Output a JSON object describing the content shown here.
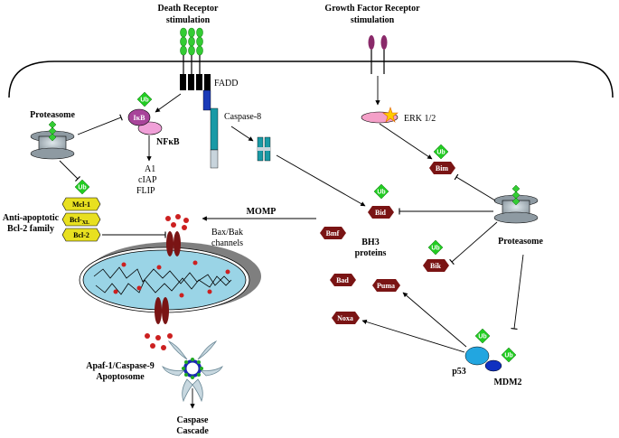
{
  "labels": {
    "death_receptor": [
      "Death Receptor",
      "stimulation"
    ],
    "growth_factor": [
      "Growth Factor Receptor",
      "stimulation"
    ],
    "fadd": "FADD",
    "proteasome_left": "Proteasome",
    "proteasome_right": "Proteasome",
    "ikb": "IκB",
    "nfkb": "NFκB",
    "nfkb_targets": [
      "A1",
      "cIAP",
      "FLIP"
    ],
    "caspase8": "Caspase-8",
    "erk": "ERK 1/2",
    "anti_apoptotic": [
      "Anti-apoptotic",
      "Bcl-2 family"
    ],
    "mcl1": "Mcl-1",
    "bclxl_main": "Bcl-",
    "bclxl_sub": "XL",
    "bcl2": "Bcl-2",
    "momp": "MOMP",
    "baxbak": [
      "Bax/Bak",
      "channels"
    ],
    "bh3": [
      "BH3",
      "proteins"
    ],
    "bim": "Bim",
    "bid": "Bid",
    "bik": "Bik",
    "bmf": "Bmf",
    "bad": "Bad",
    "puma": "Puma",
    "noxa": "Noxa",
    "p53": "p53",
    "mdm2": "MDM2",
    "apoptosome": [
      "Apaf-1/Caspase-9",
      "Apoptosome"
    ],
    "caspase_cascade": [
      "Caspase",
      "Cascade"
    ],
    "ub": "Ub"
  },
  "colors": {
    "ub_tag": "#22cc22",
    "bh3_protein": "#7a1414",
    "ikb": "#a8449a",
    "nfkb": "#f0a0d8",
    "caspase8": "#1a9aa6",
    "fadd": "#000000",
    "bcl_family": "#e8e020",
    "mito_membrane": "#9ad4e6",
    "p53": "#22a6e0",
    "mdm2": "#1030c0",
    "erk": "#f4a0c8",
    "gf_receptor": "#8a2a6a"
  }
}
